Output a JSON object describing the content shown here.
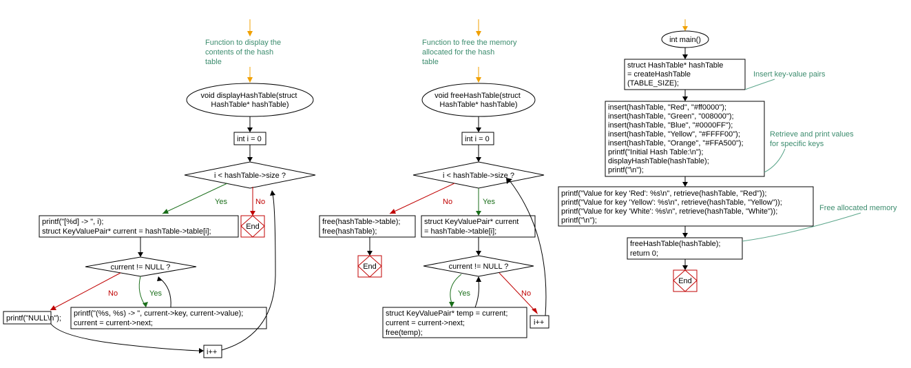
{
  "left": {
    "comment": [
      "Function to display the",
      "contents of the hash",
      "table"
    ],
    "signature": [
      "void displayHashTable(struct",
      "HashTable* hashTable)"
    ],
    "init": "int i = 0",
    "loop_cond": "i < hashTable->size ?",
    "yes": "Yes",
    "no": "No",
    "end": "End",
    "body": [
      "printf(\"[%d] -> \", i);",
      "struct KeyValuePair* current = hashTable->table[i];"
    ],
    "inner_cond": "current != NULL ?",
    "inner_no": "No",
    "inner_yes": "Yes",
    "print_null": "printf(\"NULL\\n\");",
    "print_pair": [
      "printf(\"(%s, %s) -> \", current->key, current->value);",
      "current = current->next;"
    ],
    "incr": "i++"
  },
  "middle": {
    "comment": [
      "Function to free the memory",
      "allocated for the hash",
      "table"
    ],
    "signature": [
      "void freeHashTable(struct",
      "HashTable* hashTable)"
    ],
    "init": "int i = 0",
    "loop_cond": "i < hashTable->size ?",
    "no": "No",
    "yes": "Yes",
    "free_all": [
      "free(hashTable->table);",
      "free(hashTable);"
    ],
    "end": "End",
    "body": [
      "struct KeyValuePair* current",
      "= hashTable->table[i];"
    ],
    "inner_cond": "current != NULL ?",
    "inner_yes": "Yes",
    "inner_no": "No",
    "free_node": [
      "struct KeyValuePair* temp = current;",
      "current = current->next;",
      "free(temp);"
    ],
    "incr": "i++"
  },
  "right": {
    "start": "int main()",
    "create": [
      "struct HashTable* hashTable",
      "= createHashTable",
      "(TABLE_SIZE);"
    ],
    "insert": [
      "insert(hashTable, \"Red\", \"#ff0000\");",
      "insert(hashTable, \"Green\", \"008000\");",
      "insert(hashTable, \"Blue\", \"#0000FF\");",
      "insert(hashTable, \"Yellow\", \"#FFFF00\");",
      "insert(hashTable, \"Orange\", \"#FFA500\");",
      "printf(\"Initial Hash Table:\\n\");",
      "displayHashTable(hashTable);",
      "printf(\"\\n\");"
    ],
    "retrieve": [
      "printf(\"Value for key 'Red': %s\\n\", retrieve(hashTable, \"Red\"));",
      "printf(\"Value for key 'Yellow': %s\\n\", retrieve(hashTable, \"Yellow\"));",
      "printf(\"Value for key 'White': %s\\n\", retrieve(hashTable, \"White\"));",
      "printf(\"\\n\");"
    ],
    "free_call": [
      "freeHashTable(hashTable);",
      "return 0;"
    ],
    "end": "End",
    "note_insert": [
      "Insert key-value pairs"
    ],
    "note_retrieve": [
      "Retrieve and print values",
      "for specific keys"
    ],
    "note_free": [
      "Free allocated memory"
    ]
  },
  "colors": {
    "yes": "#1a6e1a",
    "no": "#c00000",
    "start_arrow": "#f0a000",
    "note": "#3c8c6e"
  }
}
